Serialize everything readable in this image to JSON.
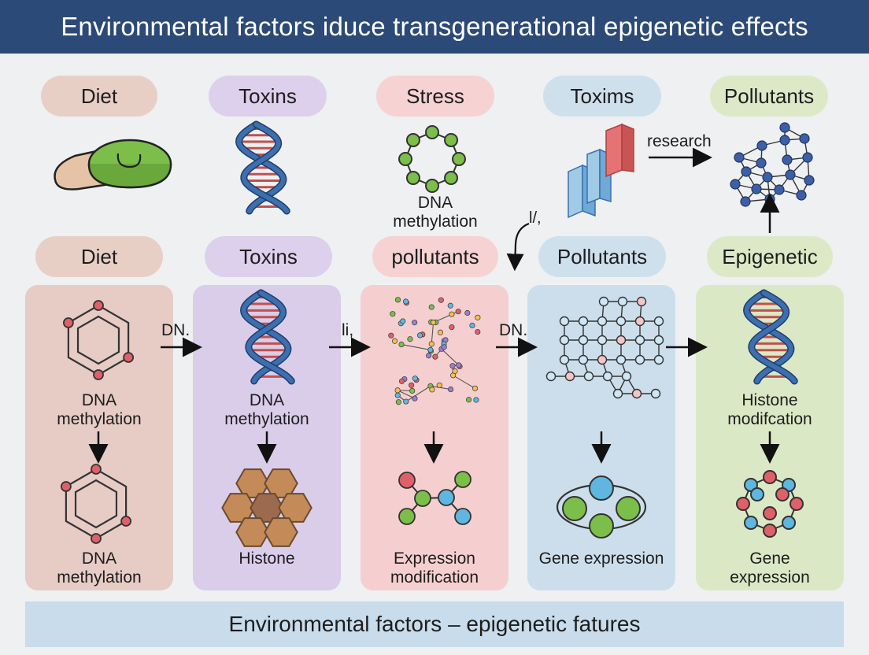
{
  "title": "Environmental factors iduce transgenerational epigenetic effects",
  "top_row": [
    {
      "label": "Diet",
      "color": "#e8cfc6"
    },
    {
      "label": "Toxins",
      "color": "#dcd0ec"
    },
    {
      "label": "Stress",
      "color": "#f6d2d2"
    },
    {
      "label": "Toxims",
      "color": "#cfe0ed"
    },
    {
      "label": "Pollutants",
      "color": "#dde9c6"
    }
  ],
  "top_icon_labels": {
    "stress_icon": "DNA\nmethylation",
    "research_arrow": "research",
    "squiggle": "l/,"
  },
  "mid_row": [
    {
      "label": "Diet",
      "color": "#e8cfc6"
    },
    {
      "label": "Toxins",
      "color": "#dcd0ec"
    },
    {
      "label": "pollutants",
      "color": "#f6d2d2"
    },
    {
      "label": "Pollutants",
      "color": "#cfe0ed"
    },
    {
      "label": "Epigenetic",
      "color": "#dde9c6"
    }
  ],
  "panels": [
    {
      "color": "#e6ccc5",
      "upper_label": "DNA\nmethylation",
      "lower_label": "DNA\nmethylation"
    },
    {
      "color": "#d9cdea",
      "upper_label": "DNA\nmethylation",
      "lower_label": "Histone"
    },
    {
      "color": "#f5cfcf",
      "upper_label": "",
      "lower_label": "Expression\nmodification"
    },
    {
      "color": "#ccdeeb",
      "upper_label": "",
      "lower_label": "Gene expression"
    },
    {
      "color": "#dbe8c5",
      "upper_label": "Histone\nmodifcation",
      "lower_label": "Gene\nexpression"
    }
  ],
  "connector_labels": [
    "DN.",
    "li,",
    "DN.",
    ""
  ],
  "footer": "Environmental factors – epigenetic fatures",
  "colors": {
    "title_bg": "#2c4a78",
    "footer_bg": "#c9dceb",
    "dna_blue": "#3d6fb0",
    "dna_red": "#c0504d",
    "node_red": "#e0606a",
    "node_green": "#7bbf4a",
    "node_blue": "#5fb7e0",
    "node_navy": "#3d5fa8"
  }
}
